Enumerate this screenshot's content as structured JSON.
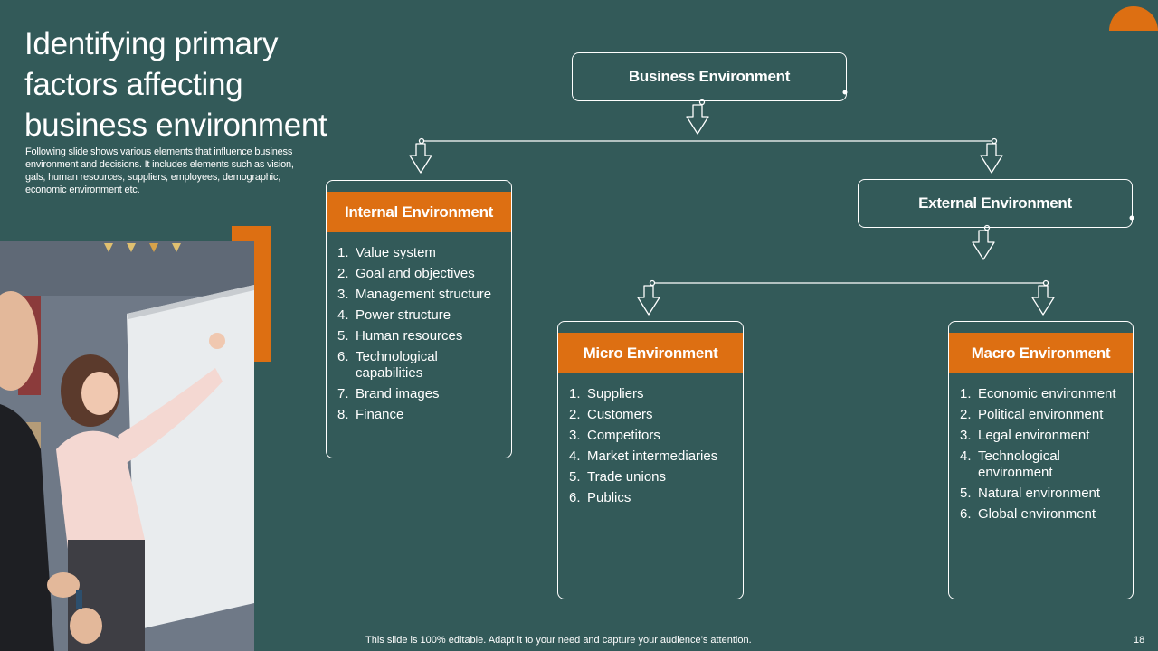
{
  "slide": {
    "title": "Identifying primary factors affecting business environment",
    "subtitle": "Following slide shows various elements that influence business environment and decisions. It includes elements such as vision, gals, human resources, suppliers, employees, demographic, economic environment etc.",
    "footer": "This slide is 100% editable. Adapt it to your need and capture your audience’s attention.",
    "page_number": "18"
  },
  "colors": {
    "background": "#335a59",
    "accent": "#dd6f12",
    "line": "#ffffff"
  },
  "diagram": {
    "root": "Business Environment",
    "external": "External Environment",
    "internal": {
      "title": "Internal Environment",
      "items": [
        "Value system",
        "Goal and objectives",
        "Management structure",
        "Power structure",
        "Human resources",
        "Technological capabilities",
        "Brand images",
        "Finance"
      ]
    },
    "micro": {
      "title": "Micro Environment",
      "items": [
        "Suppliers",
        "Customers",
        "Competitors",
        "Market intermediaries",
        "Trade unions",
        "Publics"
      ]
    },
    "macro": {
      "title": "Macro Environment",
      "items": [
        "Economic environment",
        "Political environment",
        "Legal environment",
        "Technological environment",
        "Natural environment",
        "Global environment"
      ]
    }
  },
  "photo": {
    "description_icon": "person-at-whiteboard-photo"
  }
}
